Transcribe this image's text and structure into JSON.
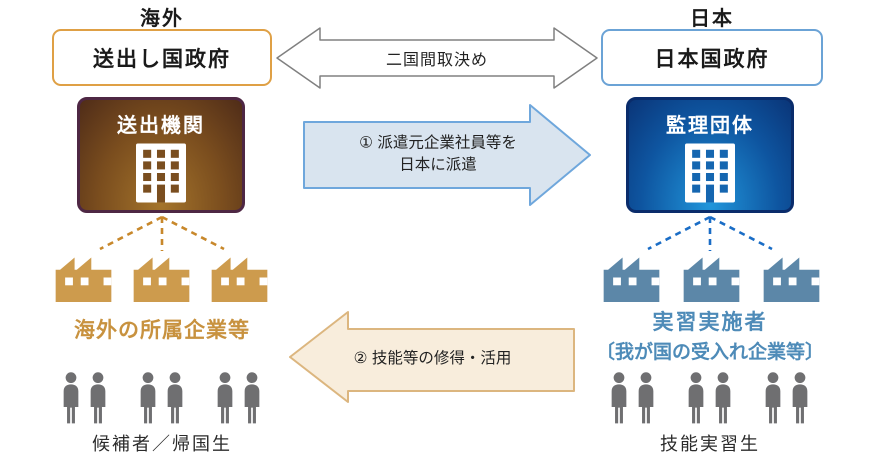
{
  "diagram": {
    "left": {
      "region_label": "海外",
      "government": "送出し国政府",
      "organization": "送出機関",
      "companies": "海外の所属企業等",
      "people": "候補者／帰国生"
    },
    "right": {
      "region_label": "日本",
      "government": "日本国政府",
      "organization": "監理団体",
      "companies_line1": "実習実施者",
      "companies_line2": "〔我が国の受入れ企業等〕",
      "people": "技能実習生"
    },
    "arrows": {
      "bilateral": "二国間取決め",
      "dispatch_line1": "① 派遣元企業社員等を",
      "dispatch_line2": "日本に派遣",
      "skills": "② 技能等の修得・活用"
    }
  },
  "icons": {
    "organization": "building-icon",
    "company": "factory-icon",
    "person": "person-icon"
  },
  "colors": {
    "left_label": "#C8923F",
    "left_gov_border": "#DFA045",
    "left_org_border": "#4E2744",
    "left_factory": "#CD9B4D",
    "left_dashes": "#C8882B",
    "right_label": "#4E8BB8",
    "right_gov_border": "#6BA3D6",
    "right_org_border": "#0A2C6B",
    "right_factory": "#5C87A8",
    "right_dashes": "#1A6DC6",
    "person": "#6F6F71",
    "bilateral_arrow_outline": "#808080",
    "dispatch_arrow_fill": "#D9E4EF",
    "dispatch_arrow_border": "#6FA7DC",
    "skills_arrow_fill": "#F8EDDC",
    "skills_arrow_border": "#DCB67F"
  }
}
